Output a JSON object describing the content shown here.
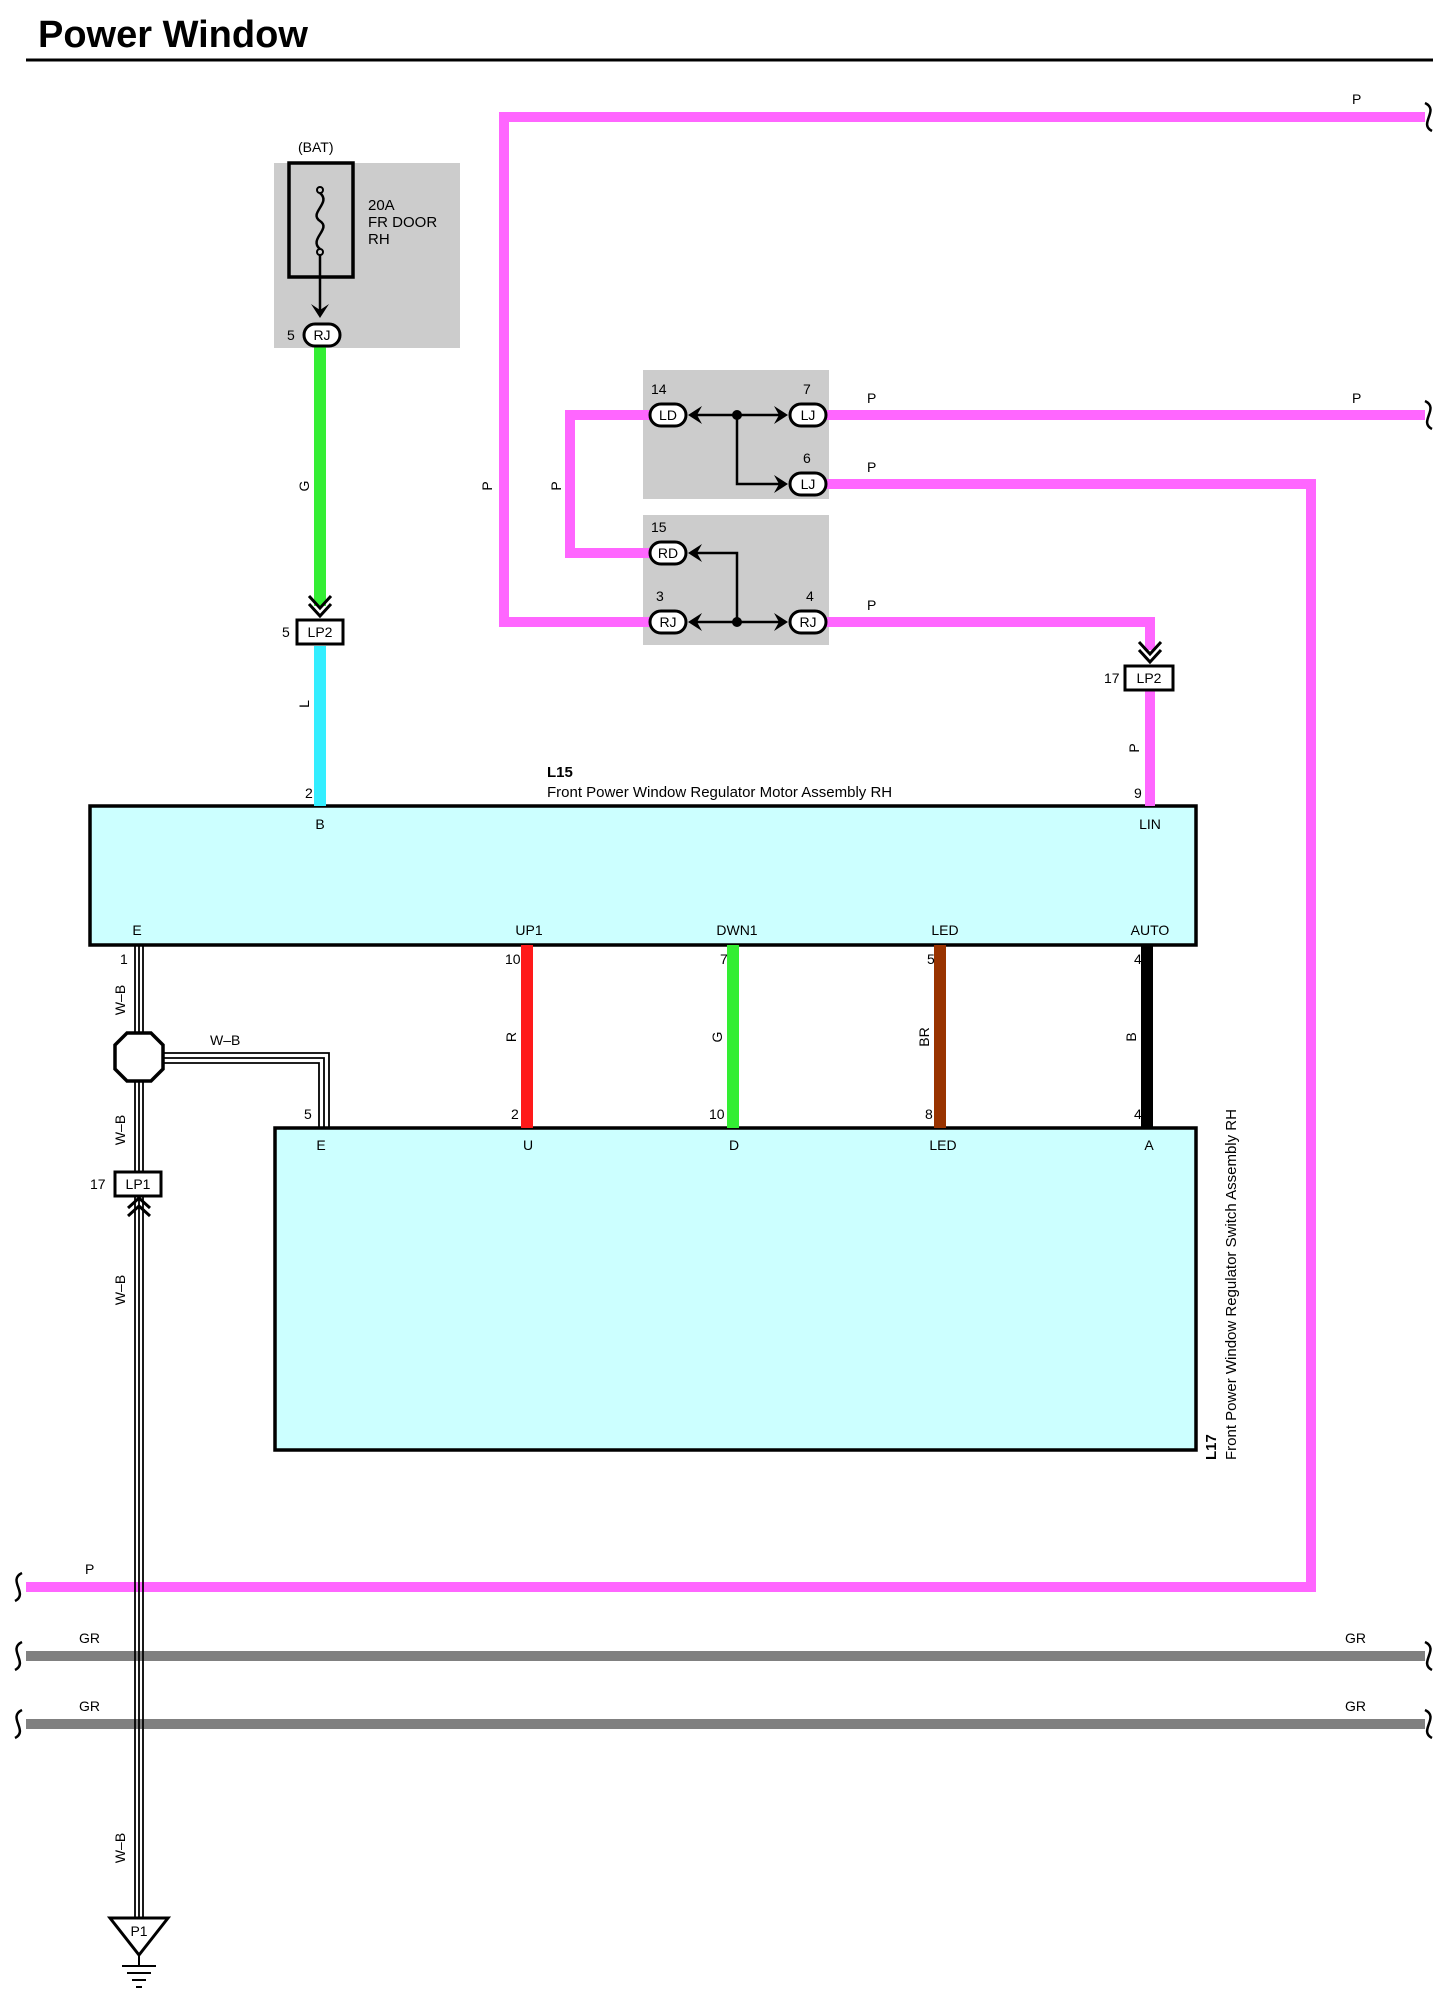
{
  "title": "Power Window",
  "colors": {
    "pink": "#ff66ff",
    "green": "#33ee33",
    "cyan": "#33eeff",
    "red": "#ff1a1a",
    "brown": "#993300",
    "black": "#000000",
    "gray": "#808080",
    "box_fill": "#ccffff",
    "jb_fill": "#cccccc"
  },
  "fuse": {
    "source": "(BAT)",
    "rating": "20A",
    "name_line1": "FR DOOR",
    "name_line2": "RH",
    "pin": "5",
    "connector": "RJ"
  },
  "junction": {
    "ld_pin": "14",
    "ld": "LD",
    "lj7_pin": "7",
    "lj7": "LJ",
    "lj6_pin": "6",
    "lj6": "LJ",
    "rd_pin": "15",
    "rd": "RD",
    "rj3_pin": "3",
    "rj3": "RJ",
    "rj4_pin": "4",
    "rj4": "RJ"
  },
  "connectors": {
    "lp2_left": {
      "pin": "5",
      "name": "LP2"
    },
    "lp2_right": {
      "pin": "17",
      "name": "LP2"
    },
    "lp1": {
      "pin": "17",
      "name": "LP1"
    },
    "ground": "P1"
  },
  "wires": {
    "p_top": "P",
    "p_mid_left": "P",
    "p_mid_right": "P",
    "p_lj6": "P",
    "p_rj4": "P",
    "p_vert_outer": "P",
    "p_vert_inner": "P",
    "p_lin": "P",
    "g_fuse": "G",
    "l_b": "L",
    "wb_1": "W–B",
    "wb_splice": "W–B",
    "wb_2": "W–B",
    "wb_3": "W–B",
    "wb_4": "W–B",
    "r": "R",
    "g": "G",
    "br": "BR",
    "b": "B",
    "p_bottom": "P",
    "gr1_left": "GR",
    "gr1_right": "GR",
    "gr2_left": "GR",
    "gr2_right": "GR"
  },
  "l15": {
    "code": "L15",
    "name": "Front Power Window Regulator Motor Assembly RH",
    "pin_b_num": "2",
    "pin_b": "B",
    "pin_lin_num": "9",
    "pin_lin": "LIN",
    "pin_e": "E",
    "pin_e_num": "1",
    "pin_up1": "UP1",
    "pin_up1_num": "10",
    "pin_dwn1": "DWN1",
    "pin_dwn1_num": "7",
    "pin_led": "LED",
    "pin_led_num": "5",
    "pin_auto": "AUTO",
    "pin_auto_num": "4"
  },
  "l17": {
    "code": "L17",
    "name": "Front Power Window Regulator Switch Assembly RH",
    "pin_e_num": "5",
    "pin_e": "E",
    "pin_u_num": "2",
    "pin_u": "U",
    "pin_d_num": "10",
    "pin_d": "D",
    "pin_led_num": "8",
    "pin_led": "LED",
    "pin_a_num": "4",
    "pin_a": "A"
  }
}
